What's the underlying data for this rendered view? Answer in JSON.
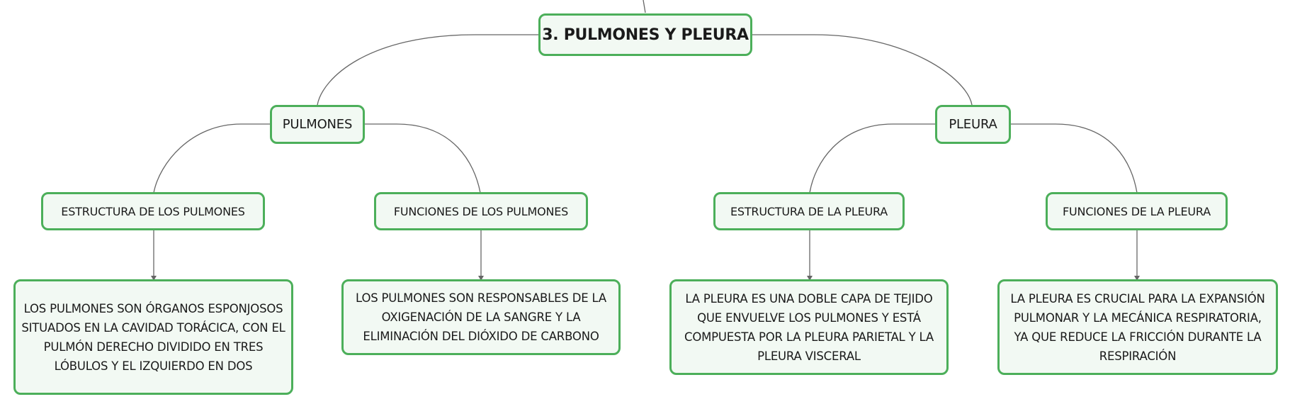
{
  "root": {
    "label": "3. PULMONES Y PLEURA"
  },
  "branches": [
    {
      "label": "PULMONES",
      "children": [
        {
          "label": "ESTRUCTURA DE LOS PULMONES",
          "detail": "LOS PULMONES SON ÓRGANOS ESPONJOSOS SITUADOS EN LA CAVIDAD TORÁCICA, CON EL PULMÓN DERECHO DIVIDIDO EN TRES LÓBULOS Y EL IZQUIERDO EN DOS"
        },
        {
          "label": "FUNCIONES DE LOS PULMONES",
          "detail": "LOS PULMONES SON RESPONSABLES DE LA OXIGENACIÓN DE LA SANGRE Y LA ELIMINACIÓN DEL DIÓXIDO DE CARBONO"
        }
      ]
    },
    {
      "label": "PLEURA",
      "children": [
        {
          "label": "ESTRUCTURA DE LA PLEURA",
          "detail": "LA PLEURA ES UNA DOBLE CAPA DE TEJIDO QUE ENVUELVE LOS PULMONES Y ESTÁ COMPUESTA POR LA PLEURA PARIETAL Y LA PLEURA VISCERAL"
        },
        {
          "label": "FUNCIONES DE LA PLEURA",
          "detail": "LA PLEURA ES CRUCIAL PARA LA EXPANSIÓN PULMONAR Y LA MECÁNICA RESPIRATORIA, YA QUE REDUCE LA FRICCIÓN DURANTE LA RESPIRACIÓN"
        }
      ]
    }
  ],
  "colors": {
    "node_border": "#4caf5a",
    "node_fill": "#f2f9f3",
    "connector": "#666666"
  }
}
